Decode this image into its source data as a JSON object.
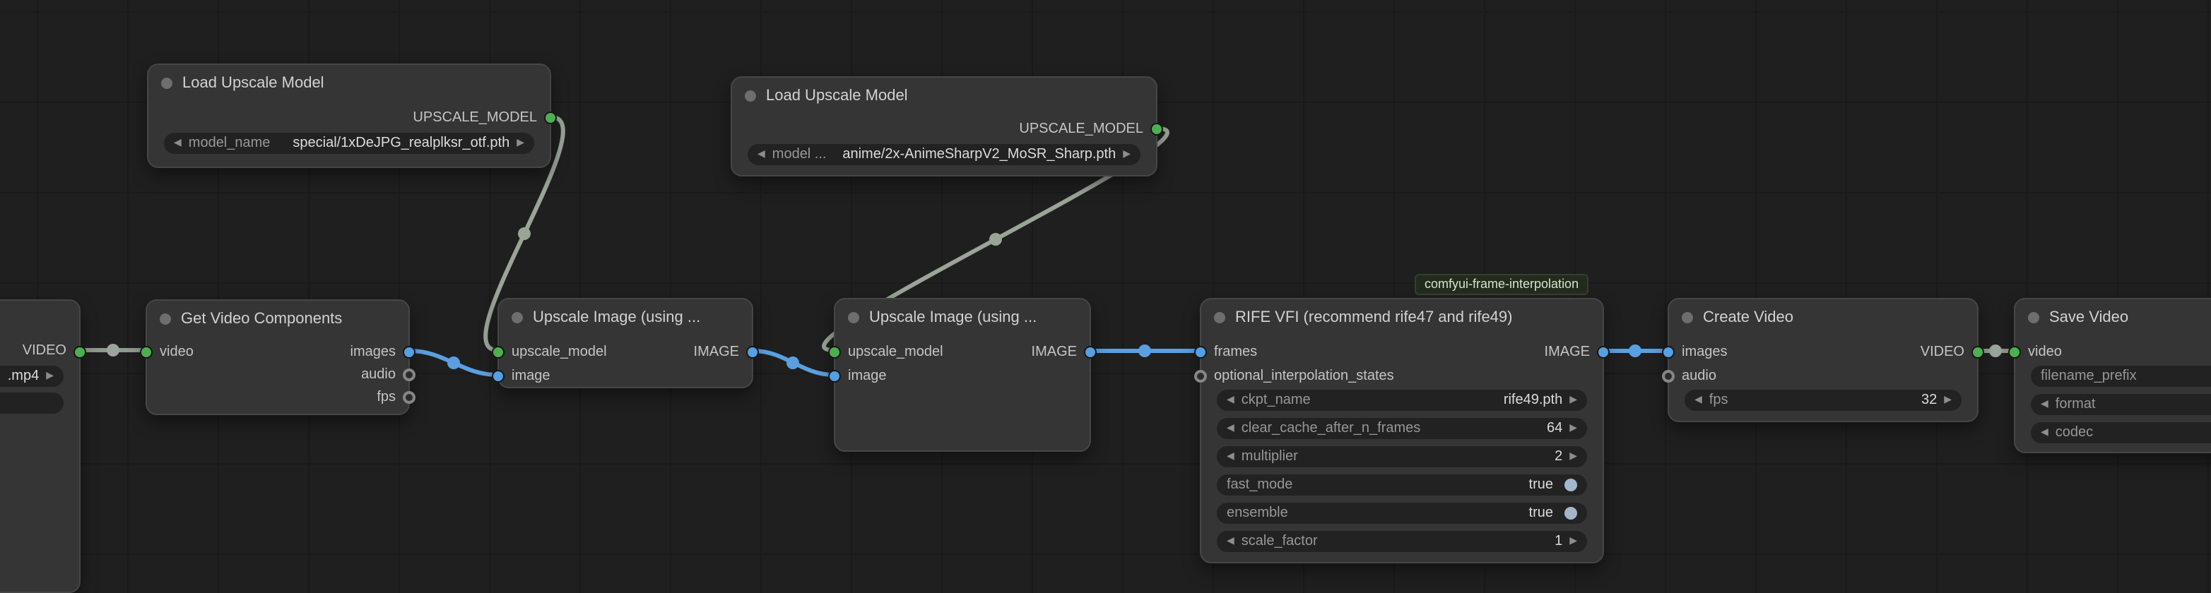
{
  "app": "comfyui-node-graph",
  "colors": {
    "canvas_bg": "#1f1f1f",
    "node_bg": "#353535",
    "image_link": "#5aa0e0",
    "model_link": "#9aa598",
    "video_link": "#8f9a8f",
    "slot_green": "#4caf50",
    "slot_blue": "#559fe3"
  },
  "badge": {
    "text": "comfyui-frame-interpolation"
  },
  "nodes": [
    {
      "id": "load-video-partial",
      "title": "",
      "outputs": [
        {
          "name": "VIDEO"
        }
      ],
      "widgets": [
        {
          "label": "",
          "value": ".mp4"
        },
        {
          "label": "",
          "value": ""
        }
      ]
    },
    {
      "id": "load-upscale-model-1",
      "title": "Load Upscale Model",
      "outputs": [
        {
          "name": "UPSCALE_MODEL"
        }
      ],
      "widgets": [
        {
          "label": "model_name",
          "value": "special/1xDeJPG_realplksr_otf.pth"
        }
      ]
    },
    {
      "id": "load-upscale-model-2",
      "title": "Load Upscale Model",
      "outputs": [
        {
          "name": "UPSCALE_MODEL"
        }
      ],
      "widgets": [
        {
          "label": "model ...",
          "value": "anime/2x-AnimeSharpV2_MoSR_Sharp.pth"
        }
      ]
    },
    {
      "id": "get-video-components",
      "title": "Get Video Components",
      "inputs": [
        {
          "name": "video"
        }
      ],
      "outputs": [
        {
          "name": "images"
        },
        {
          "name": "audio"
        },
        {
          "name": "fps"
        }
      ]
    },
    {
      "id": "upscale-image-1",
      "title": "Upscale Image (using ...",
      "inputs": [
        {
          "name": "upscale_model"
        },
        {
          "name": "image"
        }
      ],
      "outputs": [
        {
          "name": "IMAGE"
        }
      ]
    },
    {
      "id": "upscale-image-2",
      "title": "Upscale Image (using ...",
      "inputs": [
        {
          "name": "upscale_model"
        },
        {
          "name": "image"
        }
      ],
      "outputs": [
        {
          "name": "IMAGE"
        }
      ]
    },
    {
      "id": "rife-vfi",
      "title": "RIFE VFI (recommend rife47 and rife49)",
      "inputs": [
        {
          "name": "frames"
        },
        {
          "name": "optional_interpolation_states"
        }
      ],
      "outputs": [
        {
          "name": "IMAGE"
        }
      ],
      "widgets": [
        {
          "label": "ckpt_name",
          "value": "rife49.pth",
          "type": "combo"
        },
        {
          "label": "clear_cache_after_n_frames",
          "value": "64",
          "type": "number"
        },
        {
          "label": "multiplier",
          "value": "2",
          "type": "number"
        },
        {
          "label": "fast_mode",
          "value": "true",
          "type": "toggle"
        },
        {
          "label": "ensemble",
          "value": "true",
          "type": "toggle"
        },
        {
          "label": "scale_factor",
          "value": "1",
          "type": "number"
        }
      ]
    },
    {
      "id": "create-video",
      "title": "Create Video",
      "inputs": [
        {
          "name": "images"
        },
        {
          "name": "audio"
        }
      ],
      "outputs": [
        {
          "name": "VIDEO"
        }
      ],
      "widgets": [
        {
          "label": "fps",
          "value": "32",
          "type": "number"
        }
      ]
    },
    {
      "id": "save-video",
      "title": "Save Video",
      "inputs": [
        {
          "name": "video"
        }
      ],
      "widgets": [
        {
          "label": "filename_prefix",
          "value": "",
          "type": "text"
        },
        {
          "label": "format",
          "value": "",
          "type": "combo"
        },
        {
          "label": "codec",
          "value": "",
          "type": "combo"
        }
      ]
    }
  ]
}
